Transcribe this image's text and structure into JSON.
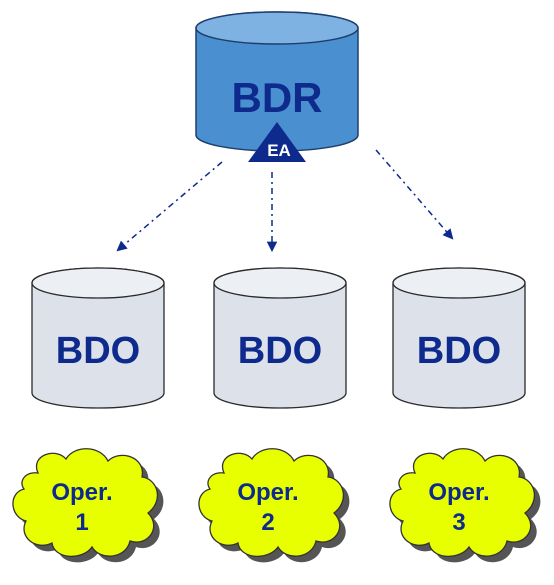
{
  "diagram": {
    "central": {
      "label": "BDR",
      "agent_label": "EA",
      "fill_color": "#4a8fd0",
      "top_color": "#7db2e3"
    },
    "locals": [
      {
        "label": "BDO"
      },
      {
        "label": "BDO"
      },
      {
        "label": "BDO"
      }
    ],
    "local_fill_color": "#dde1ea",
    "operations": [
      {
        "line1": "Oper.",
        "line2": "1"
      },
      {
        "line1": "Oper.",
        "line2": "2"
      },
      {
        "line1": "Oper.",
        "line2": "3"
      }
    ],
    "cloud_color": "#e8ff00",
    "arrow_color": "#0d2a8c",
    "text_color": "#0d2a8c"
  }
}
